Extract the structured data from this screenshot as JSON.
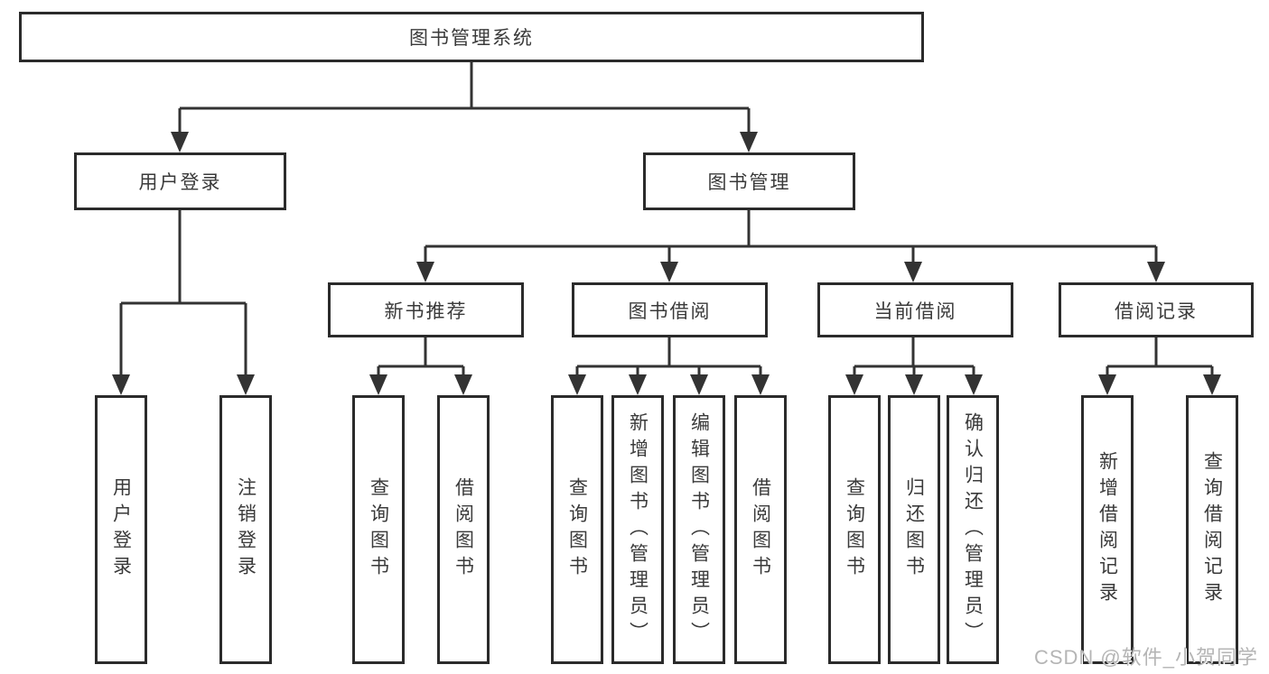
{
  "page": {
    "background": "#ffffff"
  },
  "diagram": {
    "type": "hierarchy-tree",
    "root": {
      "label": "图书管理系统"
    },
    "level2": [
      {
        "label": "用户登录"
      },
      {
        "label": "图书管理"
      }
    ],
    "level3": [
      {
        "label": "新书推荐",
        "parent": "图书管理"
      },
      {
        "label": "图书借阅",
        "parent": "图书管理"
      },
      {
        "label": "当前借阅",
        "parent": "图书管理"
      },
      {
        "label": "借阅记录",
        "parent": "图书管理"
      }
    ],
    "leaves": [
      {
        "label": "用户登录",
        "parent": "用户登录"
      },
      {
        "label": "注销登录",
        "parent": "用户登录"
      },
      {
        "label": "查询图书",
        "parent": "新书推荐"
      },
      {
        "label": "借阅图书",
        "parent": "新书推荐"
      },
      {
        "label": "查询图书",
        "parent": "图书借阅"
      },
      {
        "label": "新增图书（管理员）",
        "parent": "图书借阅"
      },
      {
        "label": "编辑图书（管理员）",
        "parent": "图书借阅"
      },
      {
        "label": "借阅图书",
        "parent": "图书借阅"
      },
      {
        "label": "查询图书",
        "parent": "当前借阅"
      },
      {
        "label": "归还图书",
        "parent": "当前借阅"
      },
      {
        "label": "确认归还（管理员）",
        "parent": "当前借阅"
      },
      {
        "label": "新增借阅记录",
        "parent": "借阅记录"
      },
      {
        "label": "查询借阅记录",
        "parent": "借阅记录"
      }
    ],
    "colors": {
      "line": "#333333",
      "box_border": "#2b2b2b",
      "text": "#3a3a3a",
      "background": "#ffffff"
    }
  },
  "watermark": {
    "text": "CSDN @软件_小贺同学",
    "color": "#b5b5b5"
  }
}
